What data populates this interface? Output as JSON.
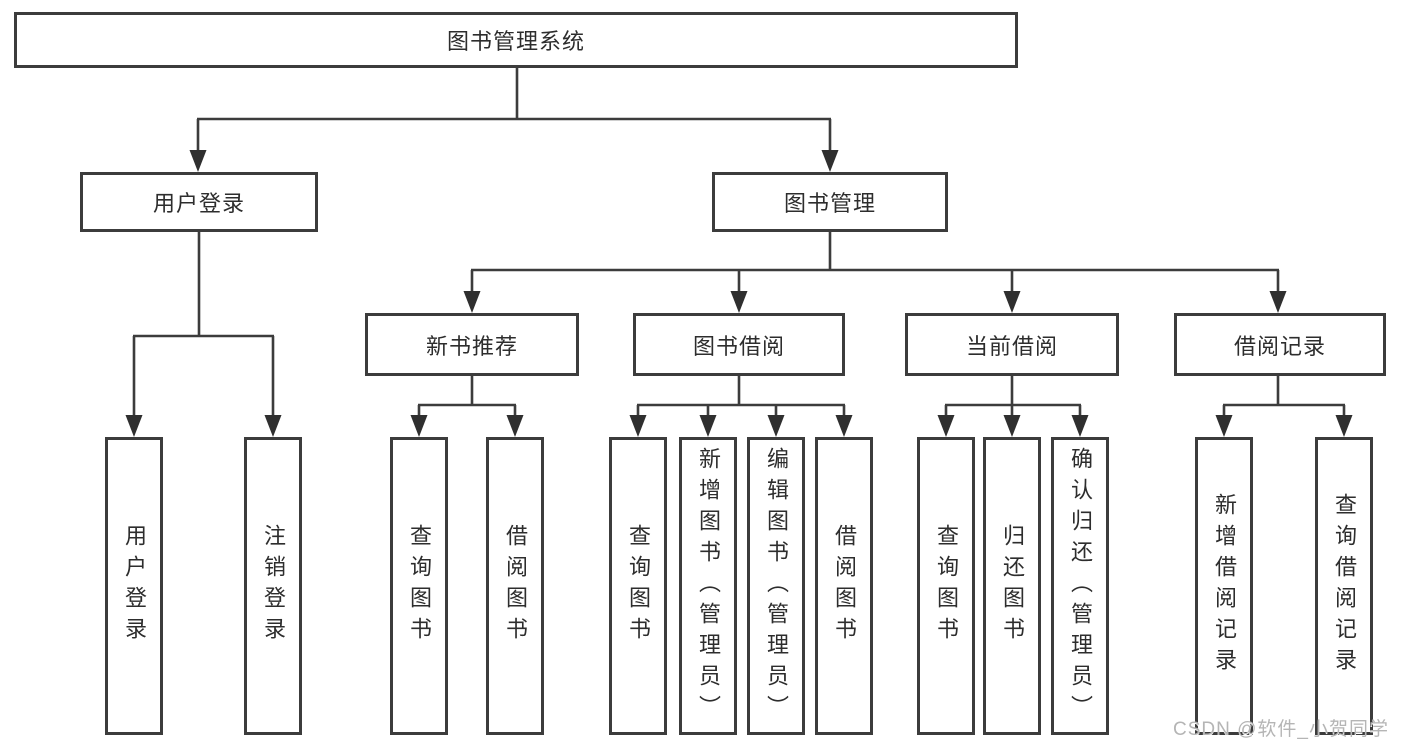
{
  "tree": {
    "root": {
      "label": "图书管理系统"
    },
    "branches": [
      {
        "label": "用户登录",
        "children": [
          {
            "label": "用户登录"
          },
          {
            "label": "注销登录"
          }
        ]
      },
      {
        "label": "图书管理",
        "children": [
          {
            "label": "新书推荐",
            "children": [
              {
                "label": "查询图书"
              },
              {
                "label": "借阅图书"
              }
            ]
          },
          {
            "label": "图书借阅",
            "children": [
              {
                "label": "查询图书"
              },
              {
                "label": "新增图书（管理员）"
              },
              {
                "label": "编辑图书（管理员）"
              },
              {
                "label": "借阅图书"
              }
            ]
          },
          {
            "label": "当前借阅",
            "children": [
              {
                "label": "查询图书"
              },
              {
                "label": "归还图书"
              },
              {
                "label": "确认归还（管理员）"
              }
            ]
          },
          {
            "label": "借阅记录",
            "children": [
              {
                "label": "新增借阅记录"
              },
              {
                "label": "查询借阅记录"
              }
            ]
          }
        ]
      }
    ]
  },
  "watermark": {
    "text": "CSDN @软件_小贺同学"
  },
  "colors": {
    "line": "#3c3c3c",
    "arrow": "#2f2f2f",
    "text": "#2d2d2d",
    "watermark": "#b5b5b5",
    "background": "#ffffff"
  }
}
